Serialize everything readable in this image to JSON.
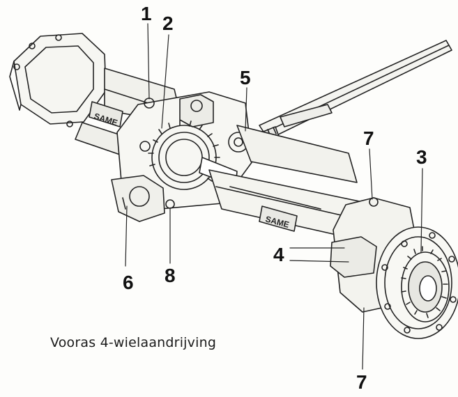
{
  "diagram": {
    "caption": "Vooras 4-wielaandrijving",
    "housing_stamp": "SAME",
    "callouts": [
      "1",
      "2",
      "5",
      "7",
      "3",
      "4",
      "6",
      "8",
      "7"
    ]
  }
}
